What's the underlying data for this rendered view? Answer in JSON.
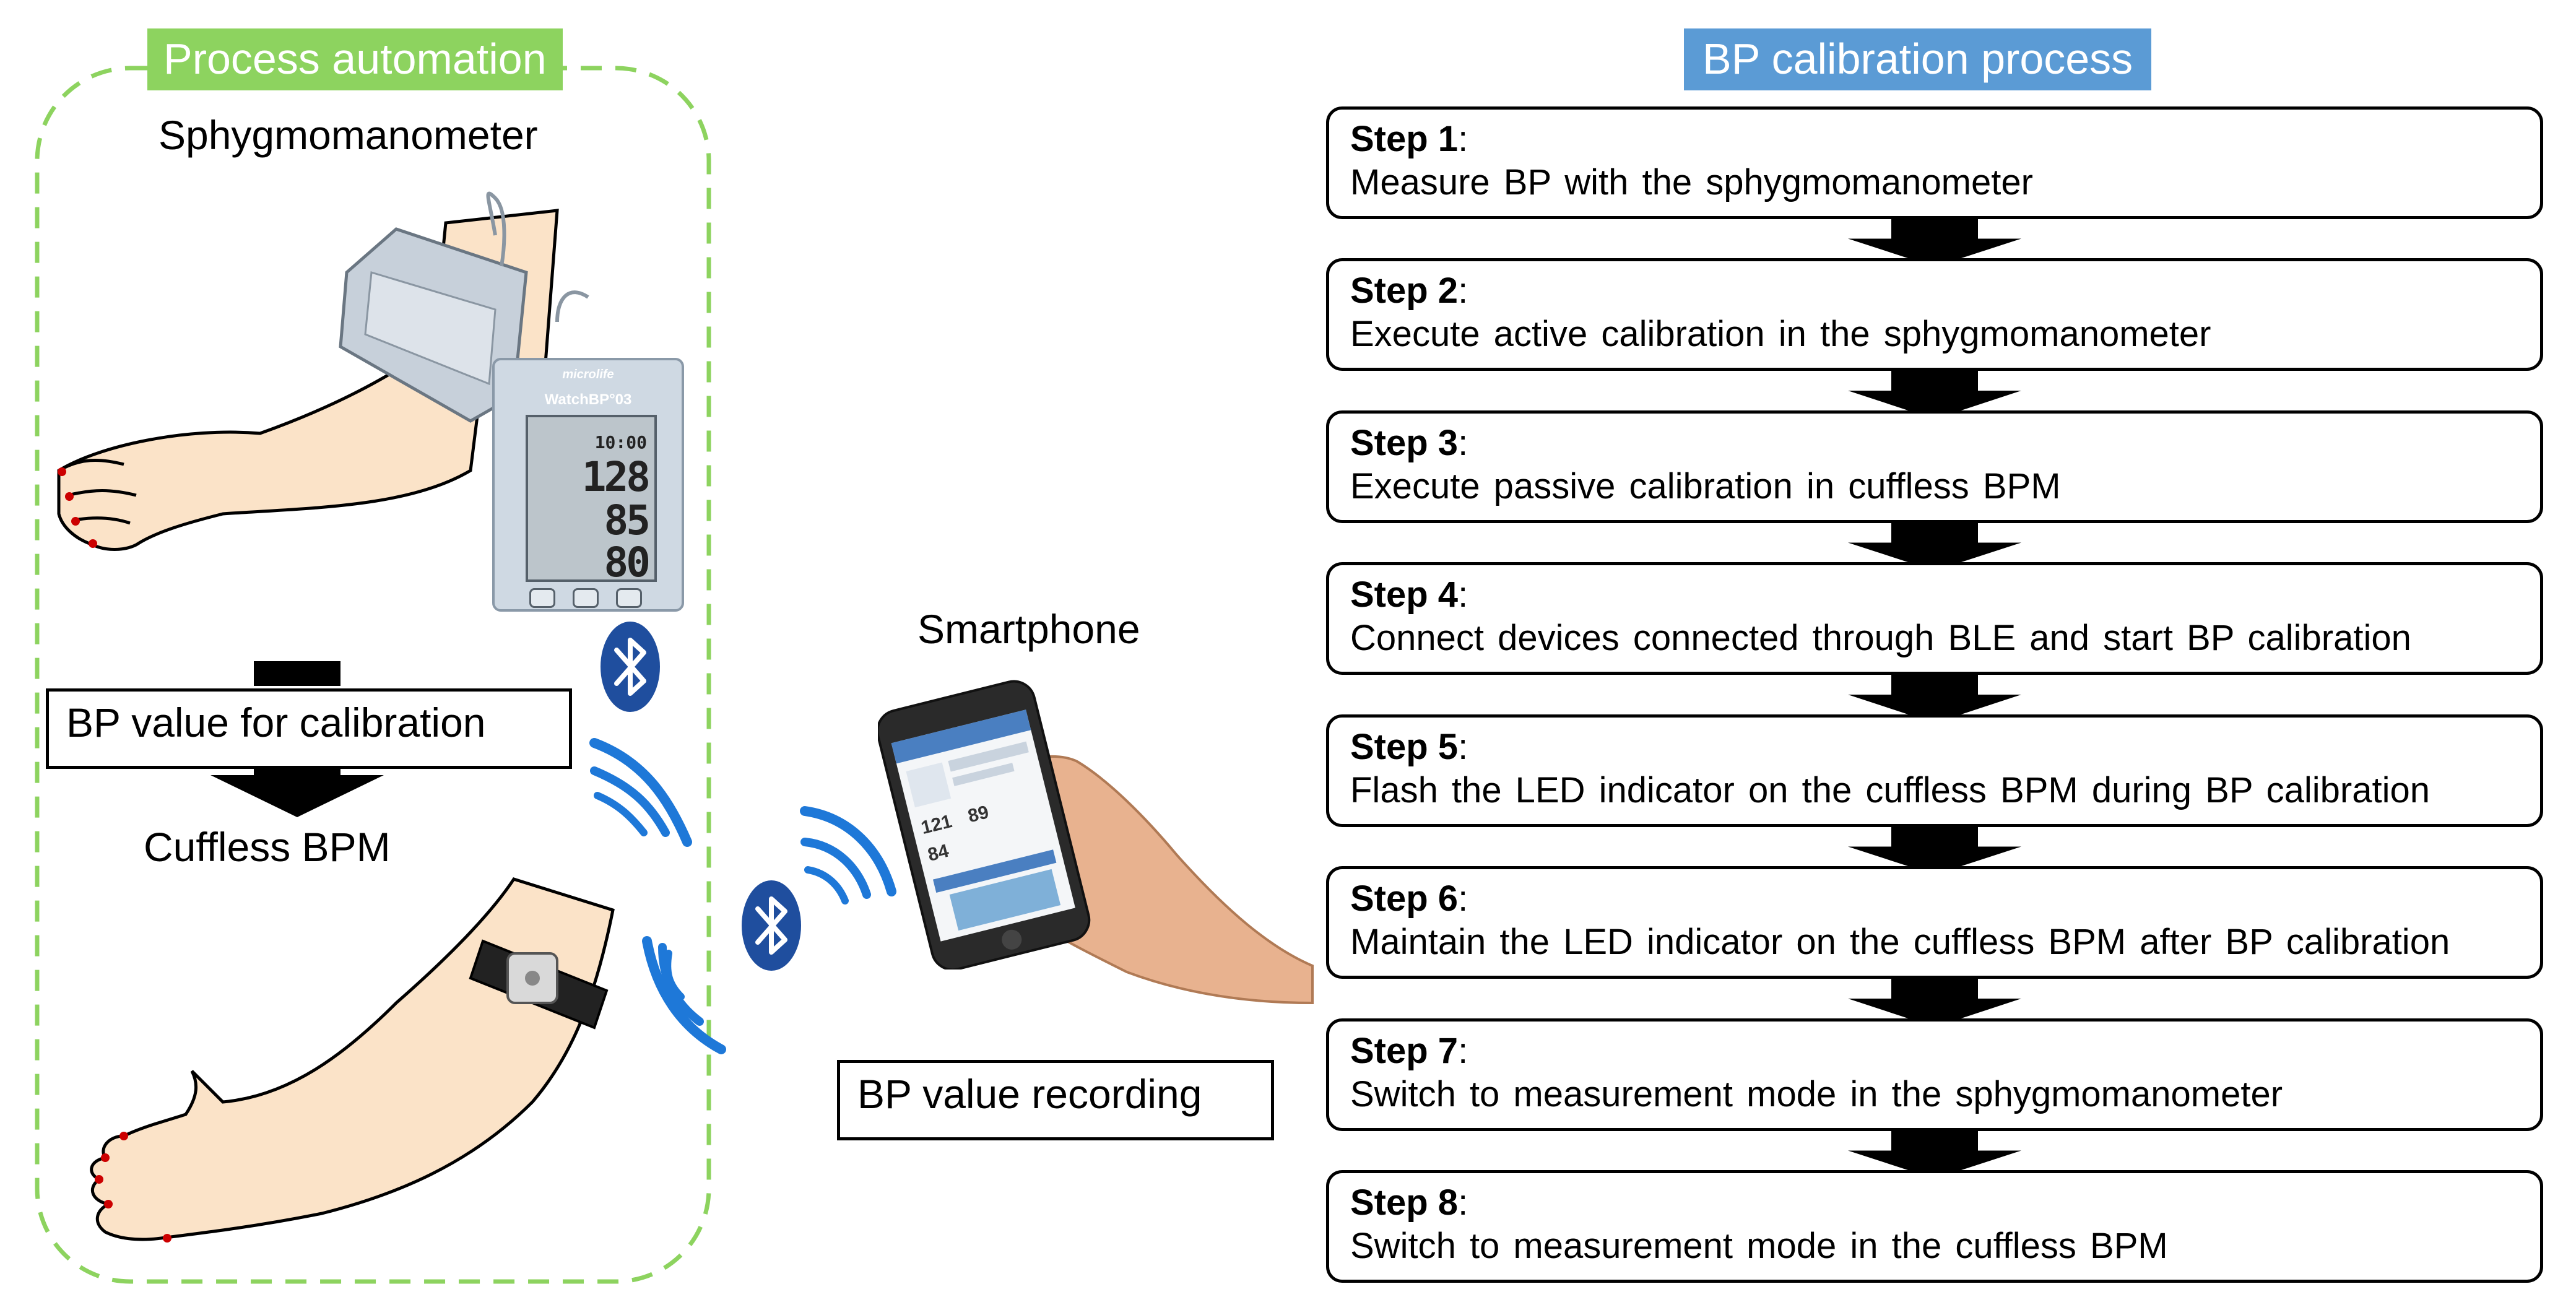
{
  "left_panel": {
    "title": "Process automation",
    "sphygmomanometer_caption": "Sphygmomanometer",
    "bp_value_label": "BP value for calibration",
    "cuffless_caption": "Cuffless BPM"
  },
  "monitor": {
    "brand": "microlife",
    "model": "WatchBP°03",
    "display_time": "10:00",
    "systolic": "128",
    "diastolic": "85",
    "pulse": "80"
  },
  "middle": {
    "smartphone_caption": "Smartphone",
    "recording_label": "BP value recording"
  },
  "phone_screen": {
    "values": [
      "121",
      "89",
      "84"
    ]
  },
  "right_panel": {
    "title": "BP calibration process",
    "steps": [
      {
        "label": "Step 1",
        "text": "Measure BP with the sphygmomanometer"
      },
      {
        "label": "Step 2",
        "text": "Execute active calibration in the sphygmomanometer"
      },
      {
        "label": "Step 3",
        "text": "Execute passive calibration in cuffless BPM"
      },
      {
        "label": "Step 4",
        "text": "Connect devices connected through BLE and start BP calibration"
      },
      {
        "label": "Step 5",
        "text": "Flash the LED indicator on the cuffless BPM during BP calibration"
      },
      {
        "label": "Step 6",
        "text": "Maintain the LED indicator on the cuffless BPM after BP calibration"
      },
      {
        "label": "Step 7",
        "text": "Switch to measurement mode in the sphygmomanometer"
      },
      {
        "label": "Step 8",
        "text": "Switch to measurement mode in the cuffless BPM"
      }
    ]
  },
  "colors": {
    "green": "#8dd35f",
    "blue_title": "#5b9bd5",
    "bluetooth": "#1f4e9e",
    "signal": "#1e78d8",
    "skin": "#fbe3c8"
  }
}
